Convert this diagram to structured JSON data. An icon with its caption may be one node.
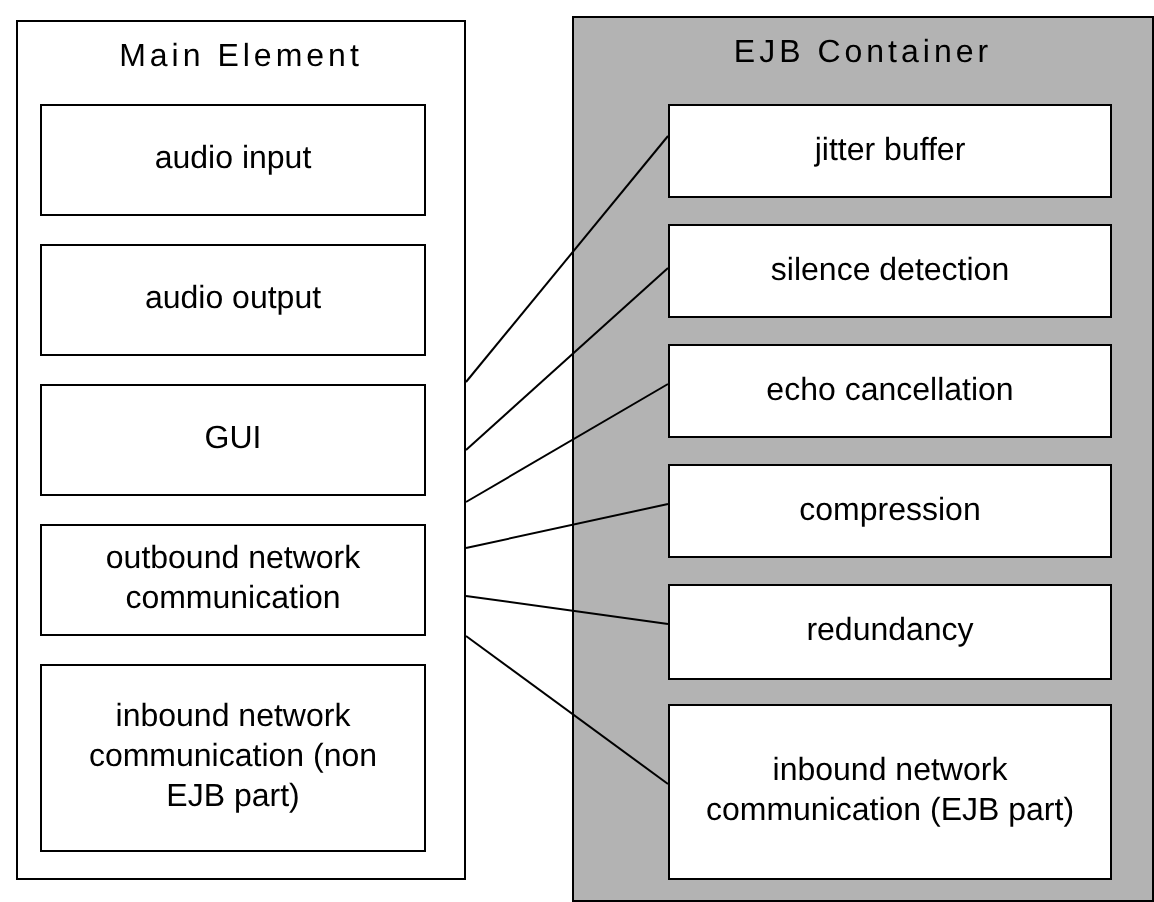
{
  "diagram": {
    "nodes": [
      {
        "text": [
          "Main Element"
        ]
      },
      {
        "text": [
          "audio input"
        ],
        "in": 0
      },
      {
        "text": [
          "audio output"
        ],
        "in": 0
      },
      {
        "text": [
          "GUI"
        ],
        "in": 0
      },
      {
        "text": [
          "outbound network communication"
        ],
        "in": 0
      },
      {
        "text": [
          "inbound network communication (non EJB part)"
        ],
        "in": 0
      },
      {
        "text": [
          "EJB Container"
        ]
      },
      {
        "text": [
          "jitter buffer"
        ],
        "in": 6
      },
      {
        "text": [
          "silence detection"
        ],
        "in": 6
      },
      {
        "text": [
          "echo cancellation"
        ],
        "in": 6
      },
      {
        "text": [
          "compression"
        ],
        "in": 6
      },
      {
        "text": [
          "redundancy"
        ],
        "in": 6
      },
      {
        "text": [
          "inbound network communication (EJB part)"
        ],
        "in": 6
      }
    ],
    "edges": [
      {
        "from": 0,
        "to": 7,
        "arrow": "none"
      },
      {
        "from": 0,
        "to": 8,
        "arrow": "none"
      },
      {
        "from": 0,
        "to": 9,
        "arrow": "none"
      },
      {
        "from": 0,
        "to": 10,
        "arrow": "none"
      },
      {
        "from": 0,
        "to": 11,
        "arrow": "none"
      },
      {
        "from": 0,
        "to": 12,
        "arrow": "none"
      }
    ]
  }
}
